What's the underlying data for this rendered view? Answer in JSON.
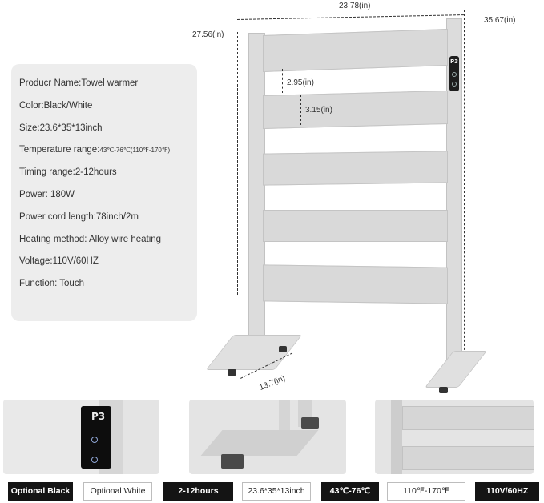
{
  "specs": [
    "Producr Name:Towel warmer",
    "Color:Black/White",
    "Size:23.6*35*13inch",
    "Temperature range:",
    "Timing range:2-12hours",
    "Power:  180W",
    "Power cord length:78inch/2m",
    "Heating method: Alloy wire heating",
    "Voltage:110V/60HZ",
    "Function: Touch"
  ],
  "temperature_value": "43℃-76℃(110℉-170℉)",
  "dimensions": {
    "width": "23.78(in)",
    "height_left": "27.56(in)",
    "height_right": "35.67(in)",
    "gap": "2.95(in)",
    "bar_height": "3.15(in)",
    "depth": "13.7(in)"
  },
  "control_panel_label": "P3",
  "tags": [
    {
      "label": "Optional Black",
      "style": "dark"
    },
    {
      "label": "Optional White",
      "style": "light"
    },
    {
      "label": "2-12hours",
      "style": "dark"
    },
    {
      "label": "23.6*35*13inch",
      "style": "light"
    },
    {
      "label": "43℃-76℃",
      "style": "dark"
    },
    {
      "label": "110℉-170℉",
      "style": "light"
    },
    {
      "label": "110V/60HZ",
      "style": "dark"
    }
  ]
}
